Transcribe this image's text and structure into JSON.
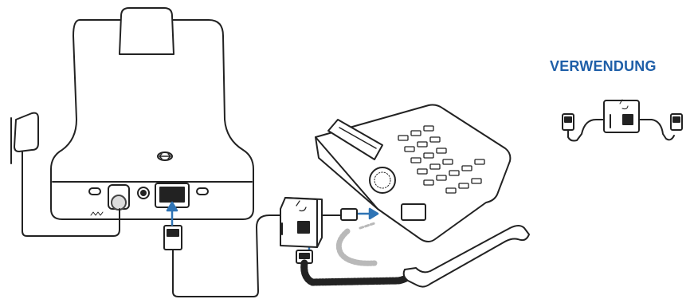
{
  "section_heading": "VERWENDUNG",
  "colors": {
    "heading": "#1f5fa8",
    "arrow": "#2f74b5",
    "outline": "#222222",
    "cable_ghost": "#b9b9b9"
  },
  "icons": {
    "base": "headset-base-unit",
    "phone": "desk-phone",
    "splitter": "cable-splitter",
    "legend": "splitter-cable-legend"
  }
}
